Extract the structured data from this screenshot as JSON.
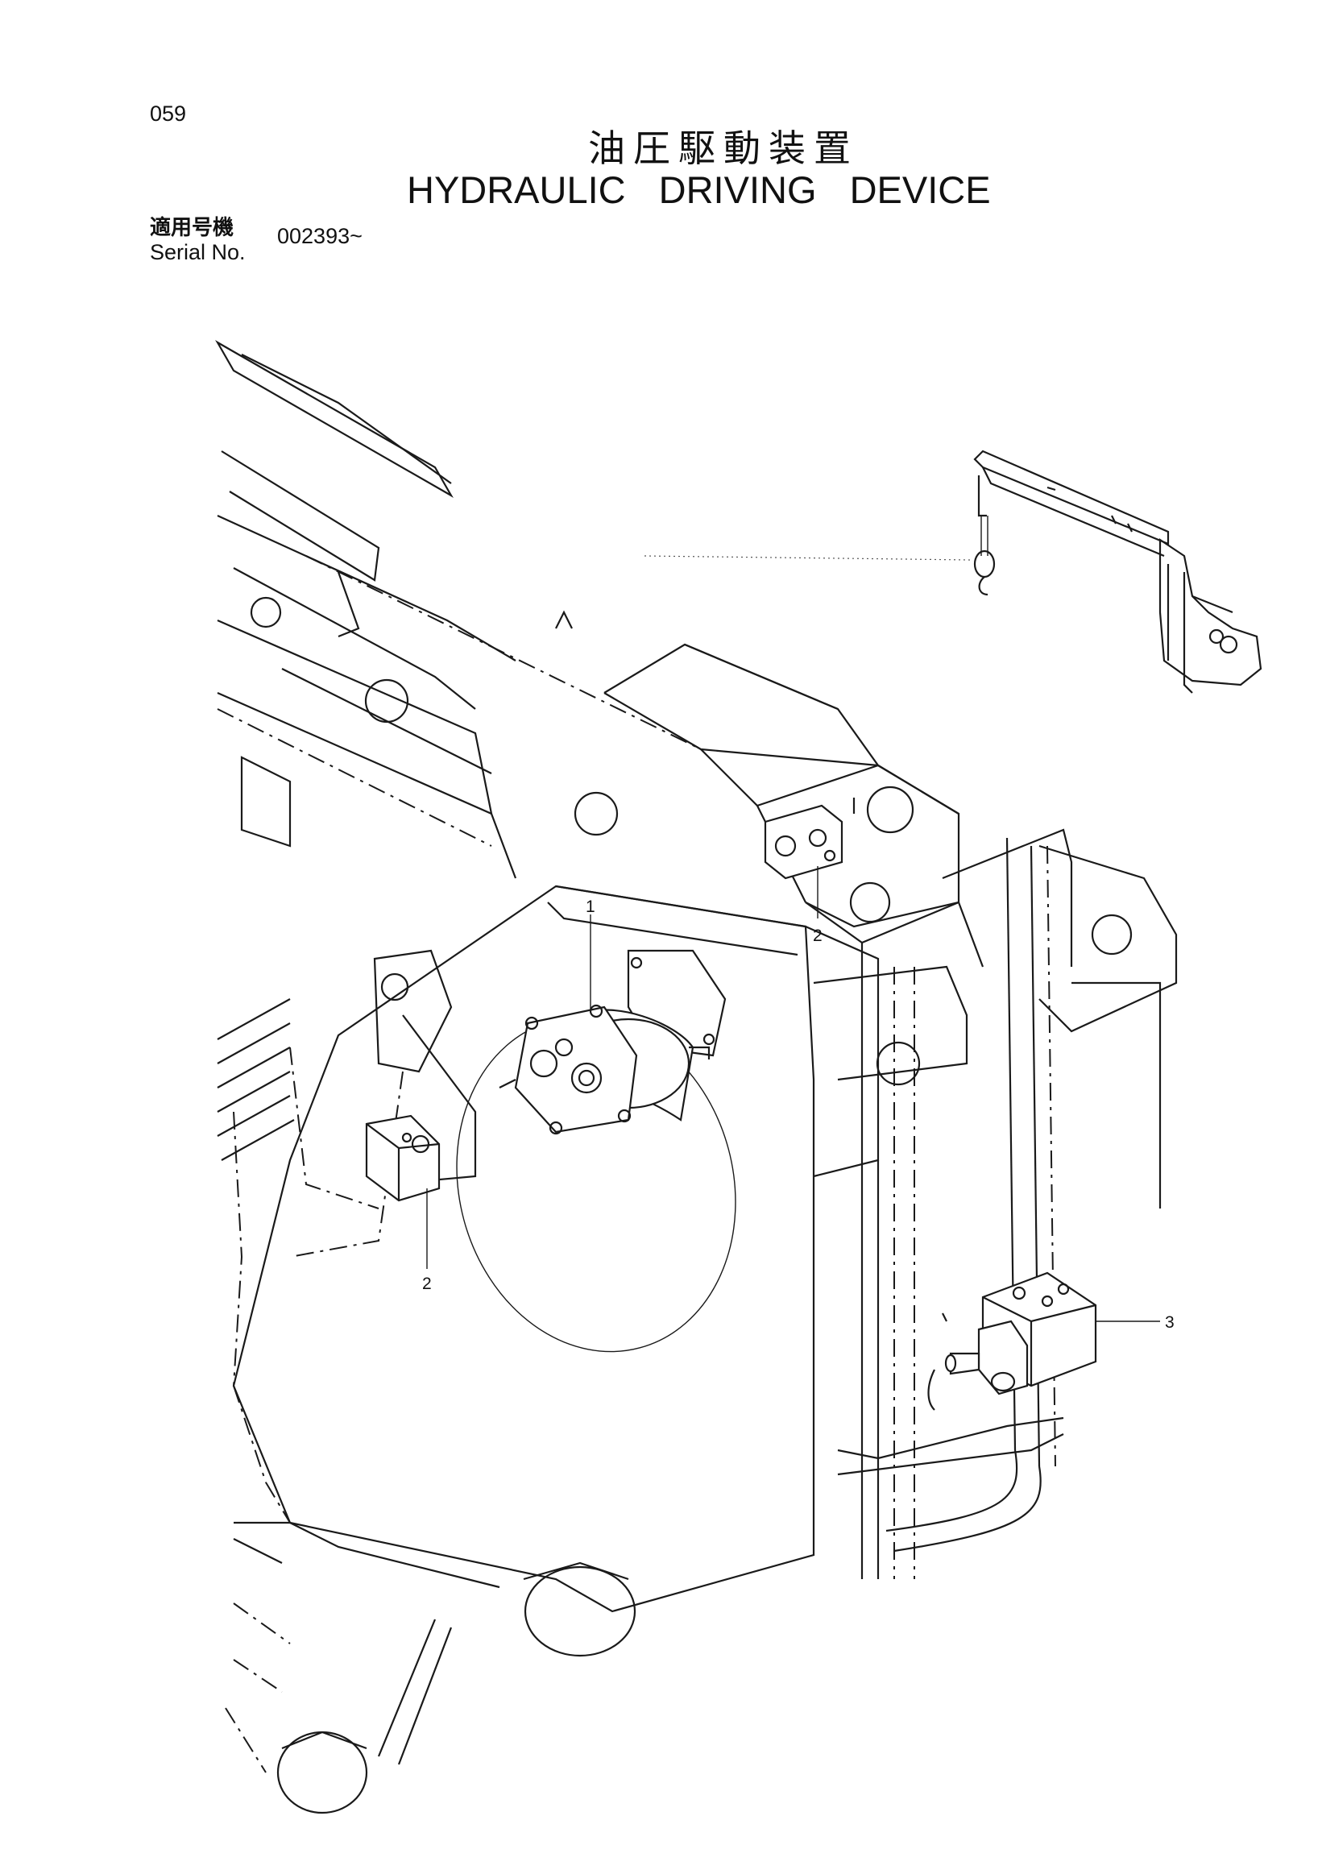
{
  "header": {
    "page_number": "059",
    "title_ja": "油圧駆動装置",
    "title_en": "HYDRAULIC DRIVING DEVICE",
    "serial_label_ja": "適用号機",
    "serial_label_en": "Serial No.",
    "serial_value": "002393~"
  },
  "callouts": [
    {
      "id": "callout-1",
      "label": "1"
    },
    {
      "id": "callout-2-upper",
      "label": "2"
    },
    {
      "id": "callout-2-lower",
      "label": "2"
    },
    {
      "id": "callout-3",
      "label": "3"
    }
  ],
  "colors": {
    "line": "#1a1a1a",
    "background": "#ffffff"
  }
}
